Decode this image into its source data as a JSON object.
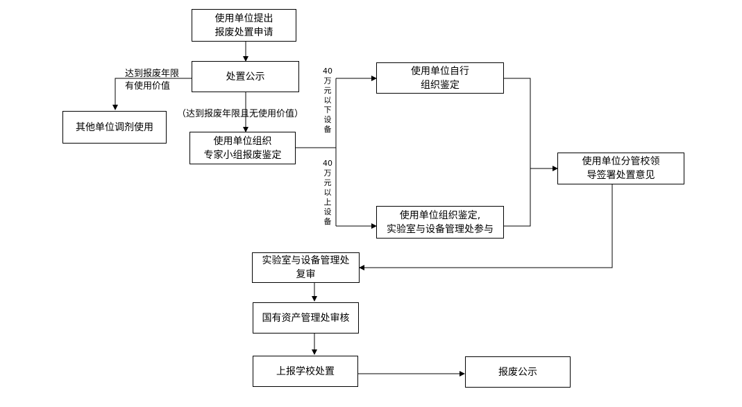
{
  "nodes": {
    "apply": "使用单位提出\n报废处置申请",
    "publicity": "处置公示",
    "other_unit": "其他单位调剂使用",
    "expert_group": "使用单位组织\n专家小组报废鉴定",
    "self_identify": "使用单位自行\n组织鉴定",
    "joint_identify": "使用单位组织鉴定,\n实验室与设备管理处参与",
    "leader_sign": "使用单位分管校领\n导签署处置意见",
    "lab_review": "实验室与设备管理处\n复审",
    "asset_review": "国有资产管理处审核",
    "school_report": "上报学校处置",
    "scrap_publicity": "报废公示"
  },
  "labels": {
    "reached_useful": "达到报废年限\n有使用价值",
    "reached_useless": "（达到报废年限且无使用价值）",
    "below_40": "40\n万\n元\n以\n下\n设\n备",
    "above_40": "40\n万\n元\n以\n上\n设\n备"
  }
}
